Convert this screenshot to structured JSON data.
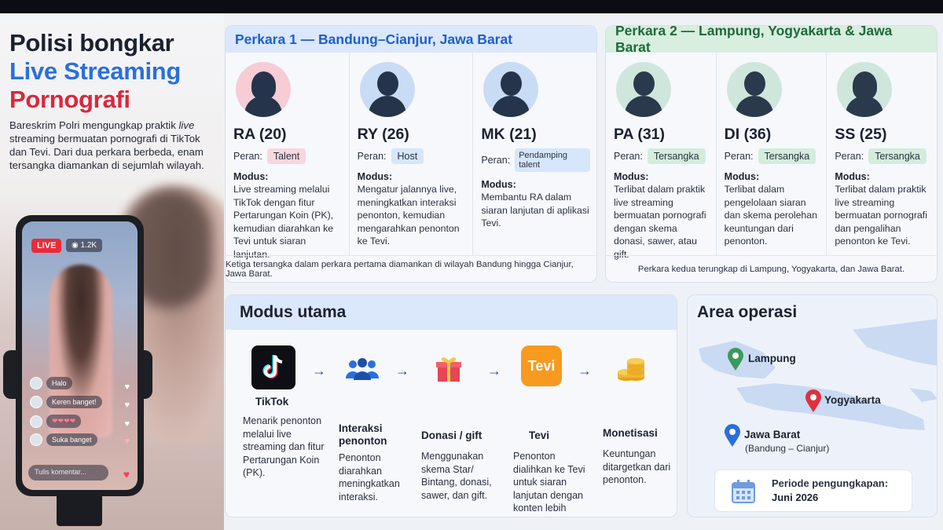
{
  "header": {
    "title_line1": "Polisi bongkar",
    "title_line2": "Live Streaming",
    "title_line3": "Pornografi",
    "intro_part1": "Bareskrim Polri mengungkap praktik ",
    "intro_em": "live",
    "intro_part2": " streaming bermuatan pornografi di TikTok dan Tevi. Dari dua perkara berbeda, enam tersangka diamankan di sejumlah wilayah."
  },
  "phone": {
    "live_label": "LIVE",
    "viewers": "1.2K",
    "chats": [
      "Halo",
      "Keren banget!",
      "❤❤❤❤",
      "Suka banget"
    ],
    "comment_placeholder": "Tulis komentar..."
  },
  "case1": {
    "title": "Perkara 1 — Bandung–Cianjur, Jawa Barat",
    "role_label": "Peran:",
    "modus_label": "Modus:",
    "people": [
      {
        "name": "RA (20)",
        "role": "Talent",
        "modus": "Live streaming melalui TikTok dengan fitur Pertarungan Koin (PK), kemudian diarahkan ke Tevi untuk siaran lanjutan."
      },
      {
        "name": "RY (26)",
        "role": "Host",
        "modus": "Mengatur jalannya live, meningkatkan interaksi penonton, kemudian mengarahkan penonton ke Tevi."
      },
      {
        "name": "MK (21)",
        "role": "Pendamping talent",
        "modus": "Membantu RA dalam siaran lanjutan di aplikasi Tevi."
      }
    ],
    "footnote": "Ketiga tersangka dalam perkara pertama diamankan di wilayah Bandung hingga Cianjur, Jawa Barat."
  },
  "case2": {
    "title": "Perkara 2 — Lampung, Yogyakarta & Jawa Barat",
    "role_label": "Peran:",
    "modus_label": "Modus:",
    "people": [
      {
        "name": "PA (31)",
        "role": "Tersangka",
        "modus": "Terlibat dalam praktik live streaming bermuatan pornografi dengan skema donasi, sawer, atau gift."
      },
      {
        "name": "DI (36)",
        "role": "Tersangka",
        "modus": "Terlibat dalam pengelolaan siaran dan skema perolehan keuntungan dari penonton."
      },
      {
        "name": "SS (25)",
        "role": "Tersangka",
        "modus": "Terlibat dalam praktik live streaming bermuatan pornografi dan pengalihan penonton ke Tevi."
      }
    ],
    "footnote": "Perkara kedua terungkap di Lampung, Yogyakarta, dan Jawa Barat."
  },
  "modus": {
    "title": "Modus utama",
    "arrow": "→",
    "steps": [
      {
        "label": "TikTok",
        "text": "Menarik penonton melalui live streaming dan fitur Pertarungan Koin (PK).",
        "icon": "tiktok-icon"
      },
      {
        "label": "Interaksi penonton",
        "text": "Penonton diarahkan meningkatkan interaksi.",
        "icon": "users-icon"
      },
      {
        "label": "Donasi / gift",
        "text": "Menggunakan skema Star/ Bintang, donasi, sawer, dan gift.",
        "icon": "gift-icon"
      },
      {
        "label": "Tevi",
        "text": "Penonton dialihkan ke Tevi untuk siaran lanjutan dengan konten lebih vulgar.",
        "icon": "tevi-icon",
        "logo_text": "Tevi"
      },
      {
        "label": "Monetisasi",
        "text": "Keuntungan ditargetkan dari penonton.",
        "icon": "coins-icon"
      }
    ]
  },
  "area": {
    "title": "Area operasi",
    "pins": [
      {
        "label": "Lampung",
        "color": "#3a9a5b"
      },
      {
        "label": "Yogyakarta",
        "color": "#e0303f"
      },
      {
        "label": "Jawa Barat",
        "sub": "(Bandung – Cianjur)",
        "color": "#2a6fdb"
      }
    ],
    "period_label": "Periode pengungkapan:",
    "period_value": "Juni 2026"
  },
  "colors": {
    "blue_accent": "#2a6fdb",
    "red_accent": "#d9283c",
    "green_accent": "#1f6a3b",
    "tag_pink": "#f8d7de",
    "tag_blue": "#d6e6fb",
    "tag_green": "#d4ecdc"
  }
}
